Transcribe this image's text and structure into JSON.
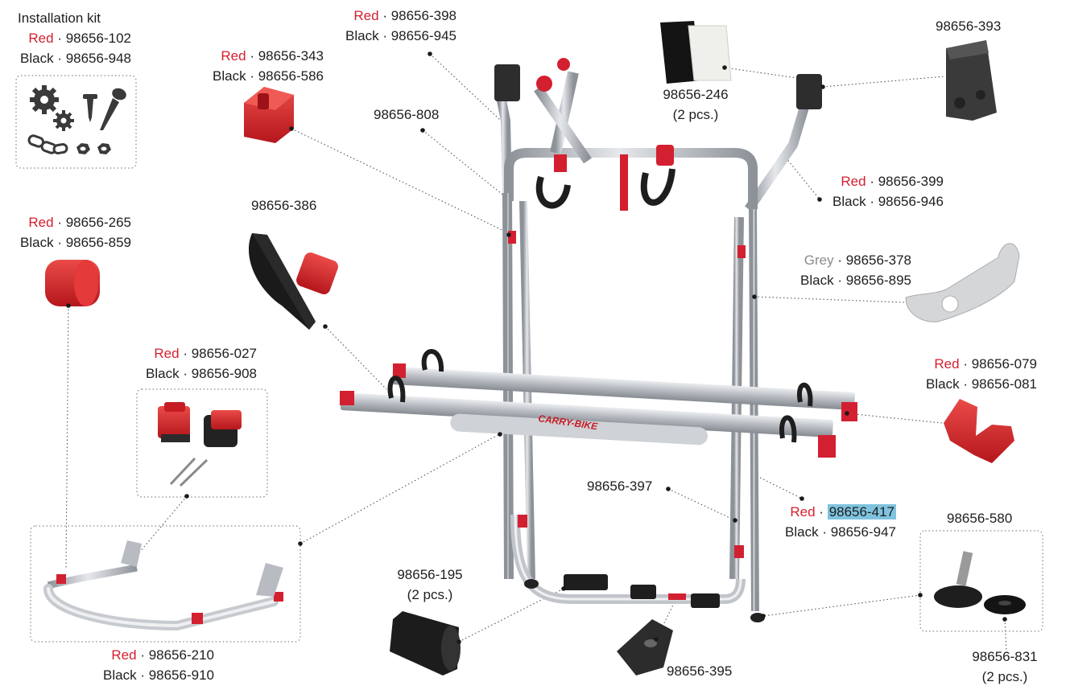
{
  "parts": {
    "kit_title": "Installation kit",
    "kit_red_label": "Red",
    "kit_red_code": "· 98656-102",
    "kit_black_label": "Black",
    "kit_black_code": "· 98656-948",
    "p398_red_label": "Red",
    "p398_red_code": "· 98656-398",
    "p398_black_label": "Black",
    "p398_black_code": "· 98656-945",
    "p343_red_label": "Red",
    "p343_red_code": "· 98656-343",
    "p343_black_label": "Black",
    "p343_black_code": "· 98656-586",
    "p808": "98656-808",
    "p246_code": "98656-246",
    "p246_qty": "(2 pcs.)",
    "p393": "98656-393",
    "p399_red_label": "Red",
    "p399_red_code": "· 98656-399",
    "p399_black_label": "Black",
    "p399_black_code": "· 98656-946",
    "p265_red_label": "Red",
    "p265_red_code": "· 98656-265",
    "p265_black_label": "Black",
    "p265_black_code": "· 98656-859",
    "p386": "98656-386",
    "p378_grey_label": "Grey",
    "p378_grey_code": "· 98656-378",
    "p378_black_label": "Black",
    "p378_black_code": "· 98656-895",
    "p027_red_label": "Red",
    "p027_red_code": "· 98656-027",
    "p027_black_label": "Black",
    "p027_black_code": "· 98656-908",
    "p079_red_label": "Red",
    "p079_red_code": "· 98656-079",
    "p079_black_label": "Black",
    "p079_black_code": "· 98656-081",
    "p397": "98656-397",
    "p417_red_label": "Red",
    "p417_red_code": "98656-417",
    "p417_black_label": "Black",
    "p417_black_code": "· 98656-947",
    "p580": "98656-580",
    "p195_code": "98656-195",
    "p195_qty": "(2 pcs.)",
    "p210_red_label": "Red",
    "p210_red_code": "· 98656-210",
    "p210_black_label": "Black",
    "p210_black_code": "· 98656-910",
    "p395": "98656-395",
    "p831_code": "98656-831",
    "p831_qty": "(2 pcs.)",
    "rail_brand": "CARRY-BIKE"
  },
  "colors": {
    "accent_red": "#d32030",
    "selection_highlight": "#7fc3df",
    "frame_silver": "#b8bcc2",
    "part_black": "#1e1e1e"
  },
  "icons": [
    "gear-icon",
    "screw-icon",
    "chain-icon",
    "nut-icon"
  ]
}
